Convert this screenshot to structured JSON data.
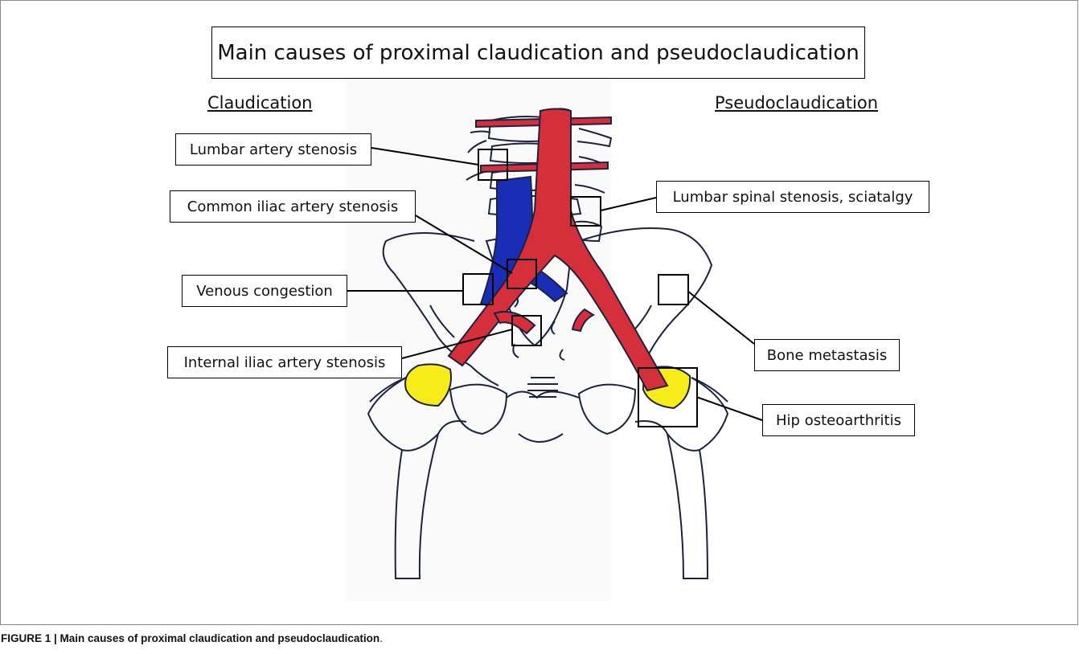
{
  "figure": {
    "title": "Main causes of proximal claudication and pseudoclaudication",
    "headings": {
      "left": "Claudication",
      "right": "Pseudoclaudication"
    },
    "labels": {
      "lumbar_artery": "Lumbar artery stenosis",
      "common_iliac": "Common iliac artery stenosis",
      "venous": "Venous congestion",
      "internal_iliac": "Internal iliac artery stenosis",
      "lumbar_spinal": "Lumbar spinal stenosis, sciatalgy",
      "bone_metastasis": "Bone metastasis",
      "hip_oa": "Hip osteoarthritis"
    },
    "colors": {
      "artery": "#d42f3a",
      "vein": "#1a2db5",
      "hip_highlight": "#f5ec1a",
      "outline": "#1c2340"
    }
  },
  "caption": {
    "prefix": "FIGURE 1 | ",
    "bold_text": "Main causes of proximal claudication and pseudoclaudication",
    "suffix": "."
  }
}
